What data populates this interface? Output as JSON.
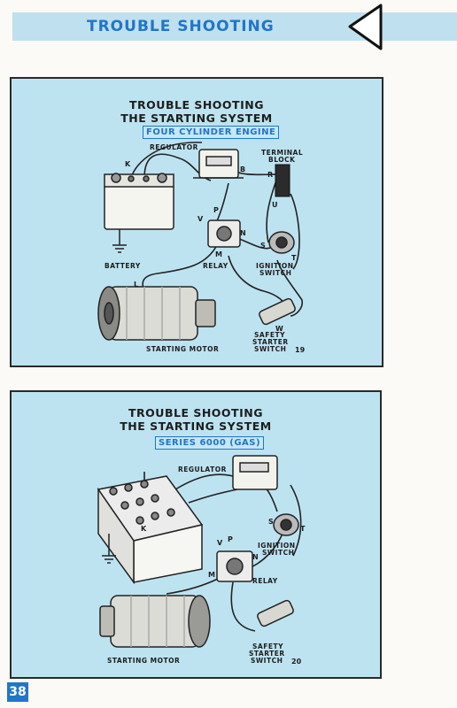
{
  "header": {
    "title": "TROUBLE SHOOTING"
  },
  "diagrams": [
    {
      "title_line1": "TROUBLE SHOOTING",
      "title_line2": "THE STARTING SYSTEM",
      "subtitle": "FOUR CYLINDER ENGINE",
      "labels": {
        "regulator": "REGULATOR",
        "terminal_block_1": "TERMINAL",
        "terminal_block_2": "BLOCK",
        "battery": "BATTERY",
        "relay": "RELAY",
        "ignition_switch_1": "IGNITION",
        "ignition_switch_2": "SWITCH",
        "starting_motor": "STARTING MOTOR",
        "safety_1": "SAFETY",
        "safety_2": "STARTER",
        "safety_3": "SWITCH"
      },
      "letters": {
        "K": "K",
        "B": "B",
        "R": "R",
        "U": "U",
        "P": "P",
        "V": "V",
        "N": "N",
        "M": "M",
        "S": "S",
        "T": "T",
        "L": "L",
        "W": "W"
      },
      "figure_number": "19"
    },
    {
      "title_line1": "TROUBLE SHOOTING",
      "title_line2": "THE STARTING SYSTEM",
      "subtitle": "SERIES 6000 (GAS)",
      "labels": {
        "regulator": "REGULATOR",
        "ignition_switch_1": "IGNITION",
        "ignition_switch_2": "SWITCH",
        "relay": "RELAY",
        "starting_motor": "STARTING MOTOR",
        "safety_1": "SAFETY",
        "safety_2": "STARTER",
        "safety_3": "SWITCH"
      },
      "letters": {
        "K": "K",
        "V": "V",
        "P": "P",
        "N": "N",
        "M": "M",
        "S": "S",
        "T": "T"
      },
      "figure_number": "20"
    }
  ],
  "page_number": "38"
}
